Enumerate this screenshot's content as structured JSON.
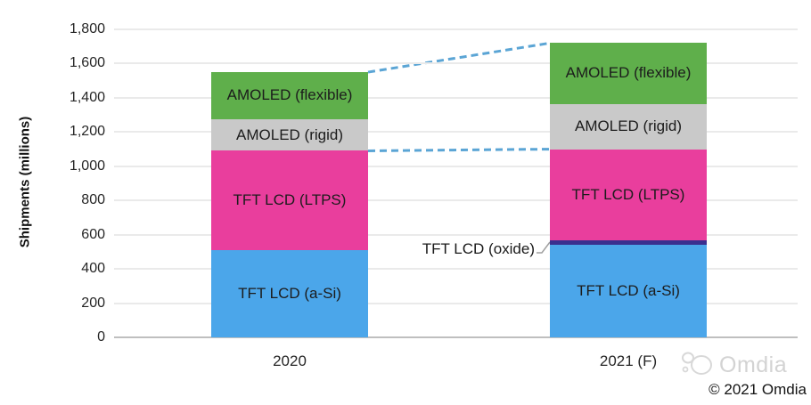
{
  "chart_data": {
    "type": "bar",
    "stacked": true,
    "title": "",
    "xlabel": "",
    "ylabel": "Shipments (millions)",
    "ylim": [
      0,
      1800
    ],
    "ytick_step": 200,
    "grid": true,
    "legend": "none (labels inside segments)",
    "categories": [
      "2020",
      "2021 (F)"
    ],
    "series": [
      {
        "name": "TFT LCD (a-Si)",
        "color": "#4BA6EA",
        "values": [
          510,
          540
        ]
      },
      {
        "name": "TFT LCD (oxide)",
        "color": "#3A2F8F",
        "values": [
          0,
          25
        ],
        "label_in_bar": false
      },
      {
        "name": "TFT LCD (LTPS)",
        "color": "#E93E9D",
        "values": [
          580,
          535
        ]
      },
      {
        "name": "AMOLED (rigid)",
        "color": "#C9C9C9",
        "values": [
          185,
          265
        ]
      },
      {
        "name": "AMOLED (flexible)",
        "color": "#5FAF4B",
        "values": [
          275,
          355
        ]
      }
    ],
    "totals": [
      1550,
      1720
    ],
    "connectors": [
      {
        "through": "AMOLED (flexible)"
      },
      {
        "through": "TFT LCD (LTPS)"
      }
    ],
    "connector_color": "#5BA5D5",
    "annotation": {
      "text": "TFT LCD (oxide)"
    }
  },
  "footer": {
    "logo_text": "Omdia",
    "copyright": "© 2021 Omdia"
  }
}
